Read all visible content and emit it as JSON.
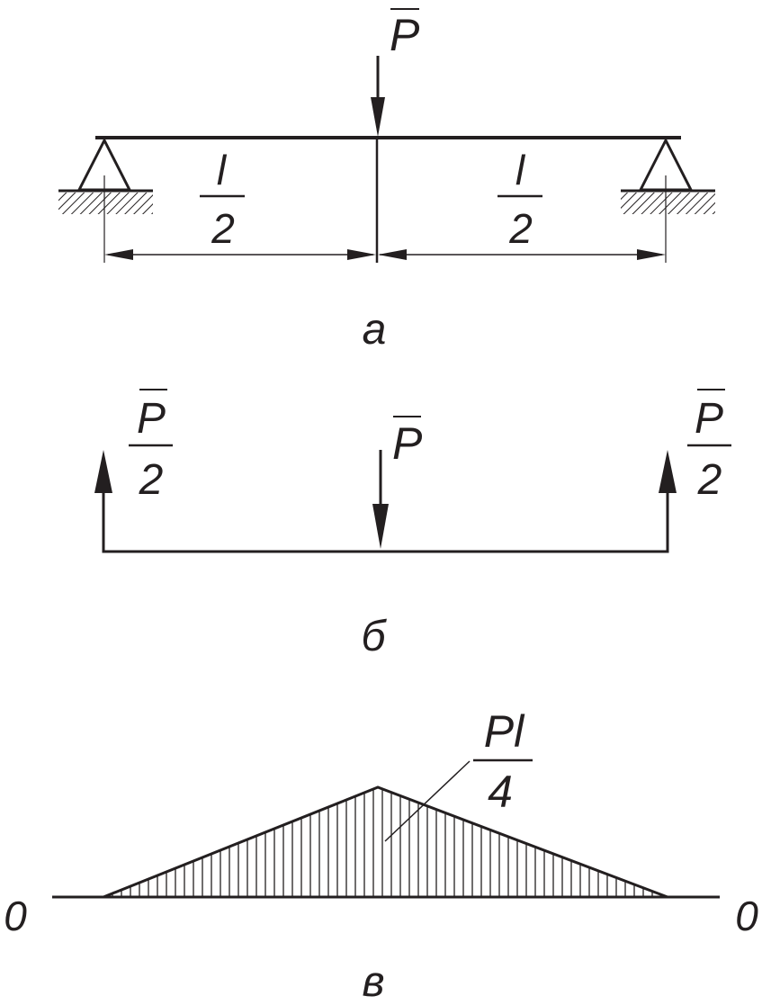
{
  "panel_a": {
    "label": "а",
    "load_symbol": "P",
    "left_span": {
      "numerator": "l",
      "denominator": "2"
    },
    "right_span": {
      "numerator": "l",
      "denominator": "2"
    }
  },
  "panel_b": {
    "label": "б",
    "load_symbol": "P",
    "left_reaction": {
      "numerator": "P",
      "denominator": "2"
    },
    "right_reaction": {
      "numerator": "P",
      "denominator": "2"
    }
  },
  "panel_c": {
    "label": "в",
    "peak": {
      "numerator": "Pl",
      "denominator": "4"
    },
    "left_zero": "0",
    "right_zero": "0"
  }
}
